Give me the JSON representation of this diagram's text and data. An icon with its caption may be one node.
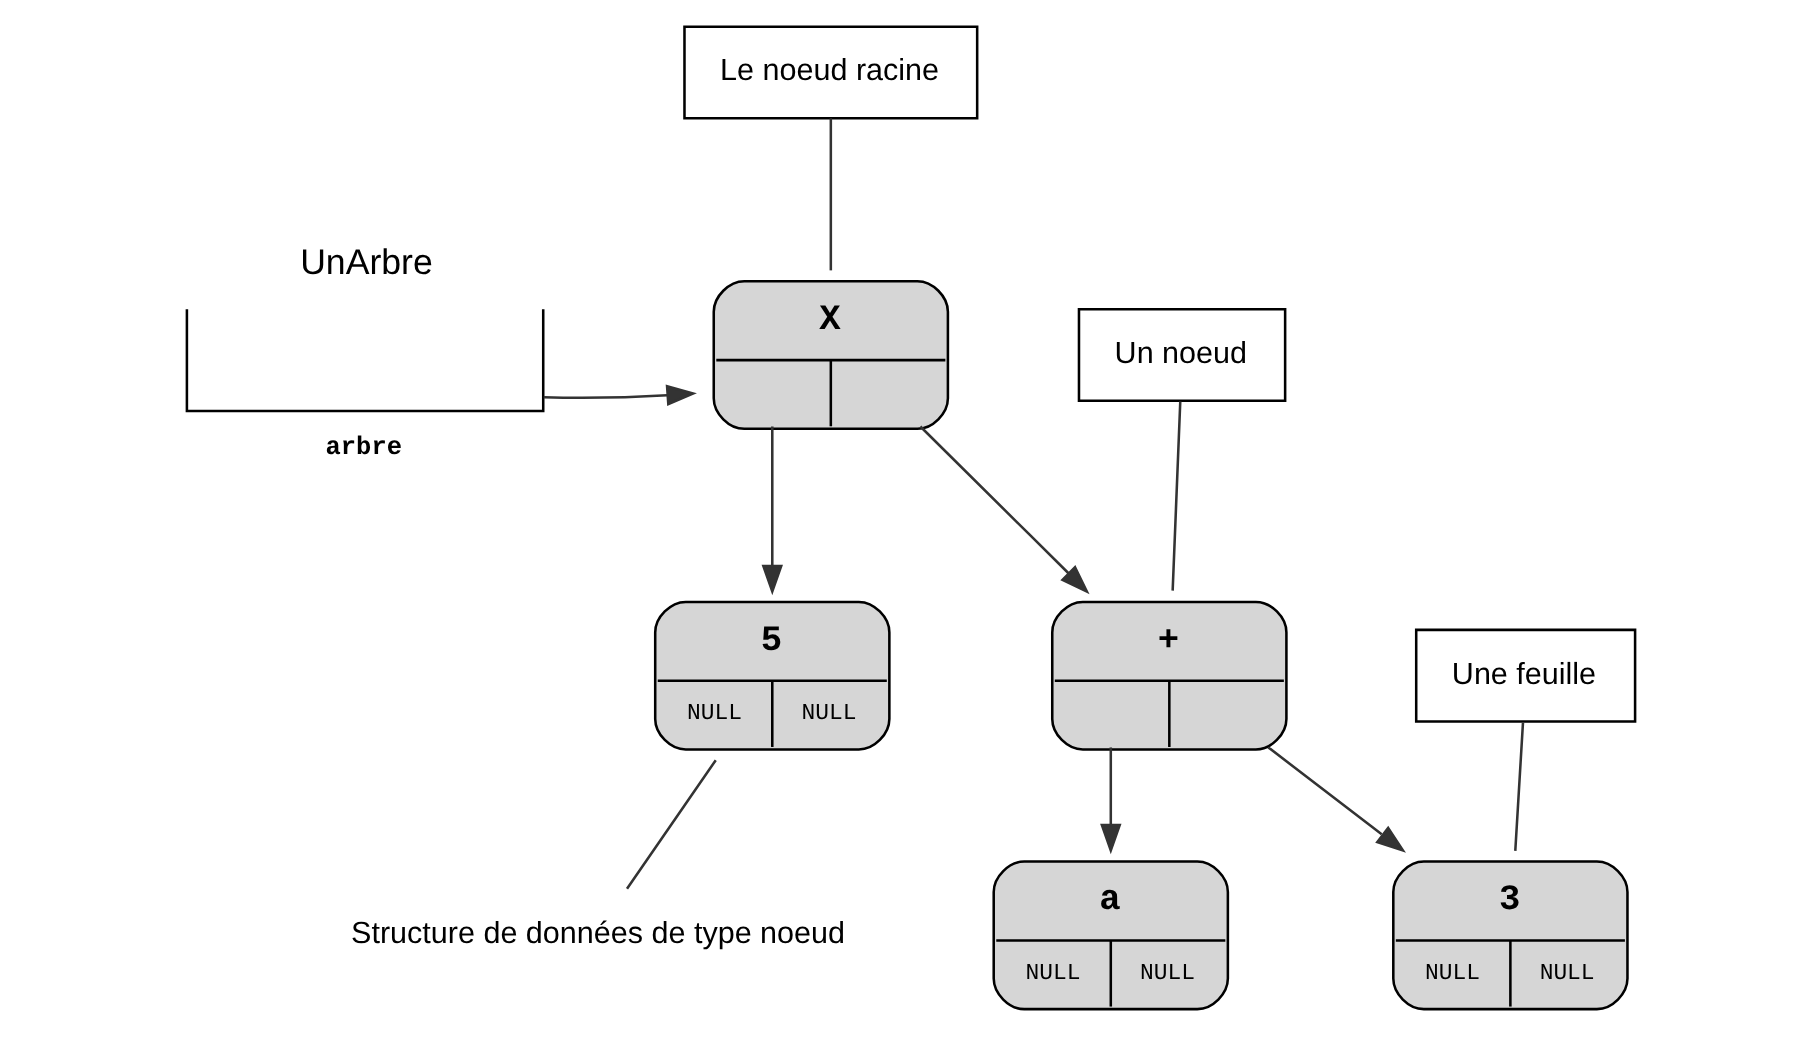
{
  "diagram": {
    "nodes": [
      {
        "text": [
          "Le noeud racine"
        ]
      },
      {
        "text": [
          "UnArbre",
          "arbre"
        ]
      },
      {
        "text": [
          "X"
        ]
      },
      {
        "text": [
          "Un noeud"
        ]
      },
      {
        "text": [
          "5",
          "NULL",
          "NULL"
        ]
      },
      {
        "text": [
          "+"
        ]
      },
      {
        "text": [
          "Une feuille"
        ]
      },
      {
        "text": [
          "Structure de données de type noeud"
        ]
      },
      {
        "text": [
          "a",
          "NULL",
          "NULL"
        ]
      },
      {
        "text": [
          "3",
          "NULL",
          "NULL"
        ]
      }
    ],
    "edges": [
      {
        "from": 1,
        "to": 2,
        "arrow": "to"
      },
      {
        "from": 0,
        "to": 2,
        "arrow": "none"
      },
      {
        "from": 2,
        "to": 4,
        "arrow": "to"
      },
      {
        "from": 2,
        "to": 5,
        "arrow": "to"
      },
      {
        "from": 3,
        "to": 5,
        "arrow": "none"
      },
      {
        "from": 5,
        "to": 8,
        "arrow": "to"
      },
      {
        "from": 5,
        "to": 9,
        "arrow": "to"
      },
      {
        "from": 6,
        "to": 9,
        "arrow": "none"
      },
      {
        "from": 7,
        "to": 4,
        "arrow": "none"
      }
    ]
  }
}
